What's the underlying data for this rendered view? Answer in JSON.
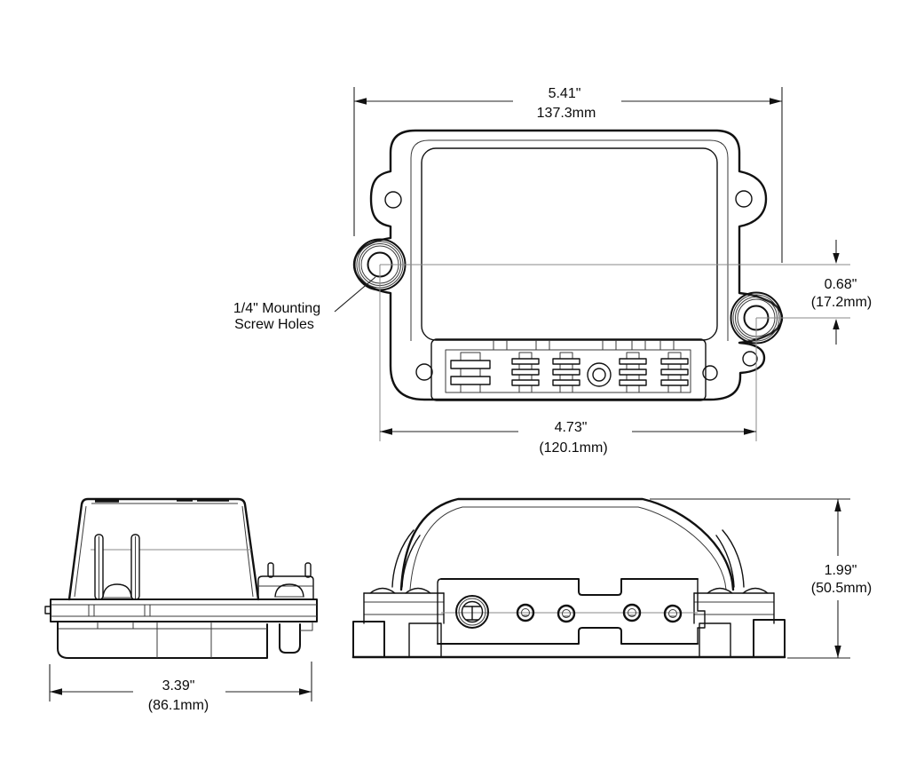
{
  "dimensions": {
    "overall_width": {
      "inches": "5.41\"",
      "mm": "137.3mm"
    },
    "hole_spacing": {
      "inches": "4.73\"",
      "mm": "(120.1mm)"
    },
    "hole_offset": {
      "inches": "0.68\"",
      "mm": "(17.2mm)"
    },
    "body_width": {
      "inches": "3.39\"",
      "mm": "(86.1mm)"
    },
    "body_height": {
      "inches": "1.99\"",
      "mm": "(50.5mm)"
    }
  },
  "labels": {
    "mounting_holes_line1": "1/4\" Mounting",
    "mounting_holes_line2": "Screw Holes"
  }
}
